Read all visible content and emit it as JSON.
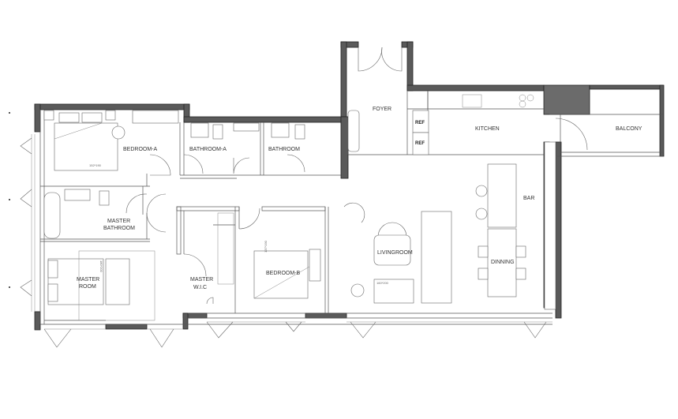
{
  "rooms": {
    "foyer": "FOYER",
    "kitchen": "KITCHEN",
    "balcony": "BALCONY",
    "bedroom_a": "BEDROOM-A",
    "bathroom_a": "BATHROOM-A",
    "bathroom": "BATHROOM",
    "master_bathroom_l1": "MASTER",
    "master_bathroom_l2": "BATHROOM",
    "bar": "BAR",
    "livingroom": "LIVINGROOM",
    "dining": "DINNING",
    "master_room_l1": "MASTER",
    "master_room_l2": "ROOM",
    "master_wic_l1": "MASTER",
    "master_wic_l2": "W.I.C",
    "bedroom_b": "BEDROOM-B"
  },
  "fixtures": {
    "ref_1": "REF",
    "ref_2": "REF"
  },
  "dimensions": {
    "bed_a": "152*190",
    "master_bed": "180*200",
    "bed_b": "137*190",
    "rug": "160*200"
  },
  "colors": {
    "wall": "#5a5a5a",
    "wall_dark": "#6b6b6b",
    "line": "#555555"
  }
}
